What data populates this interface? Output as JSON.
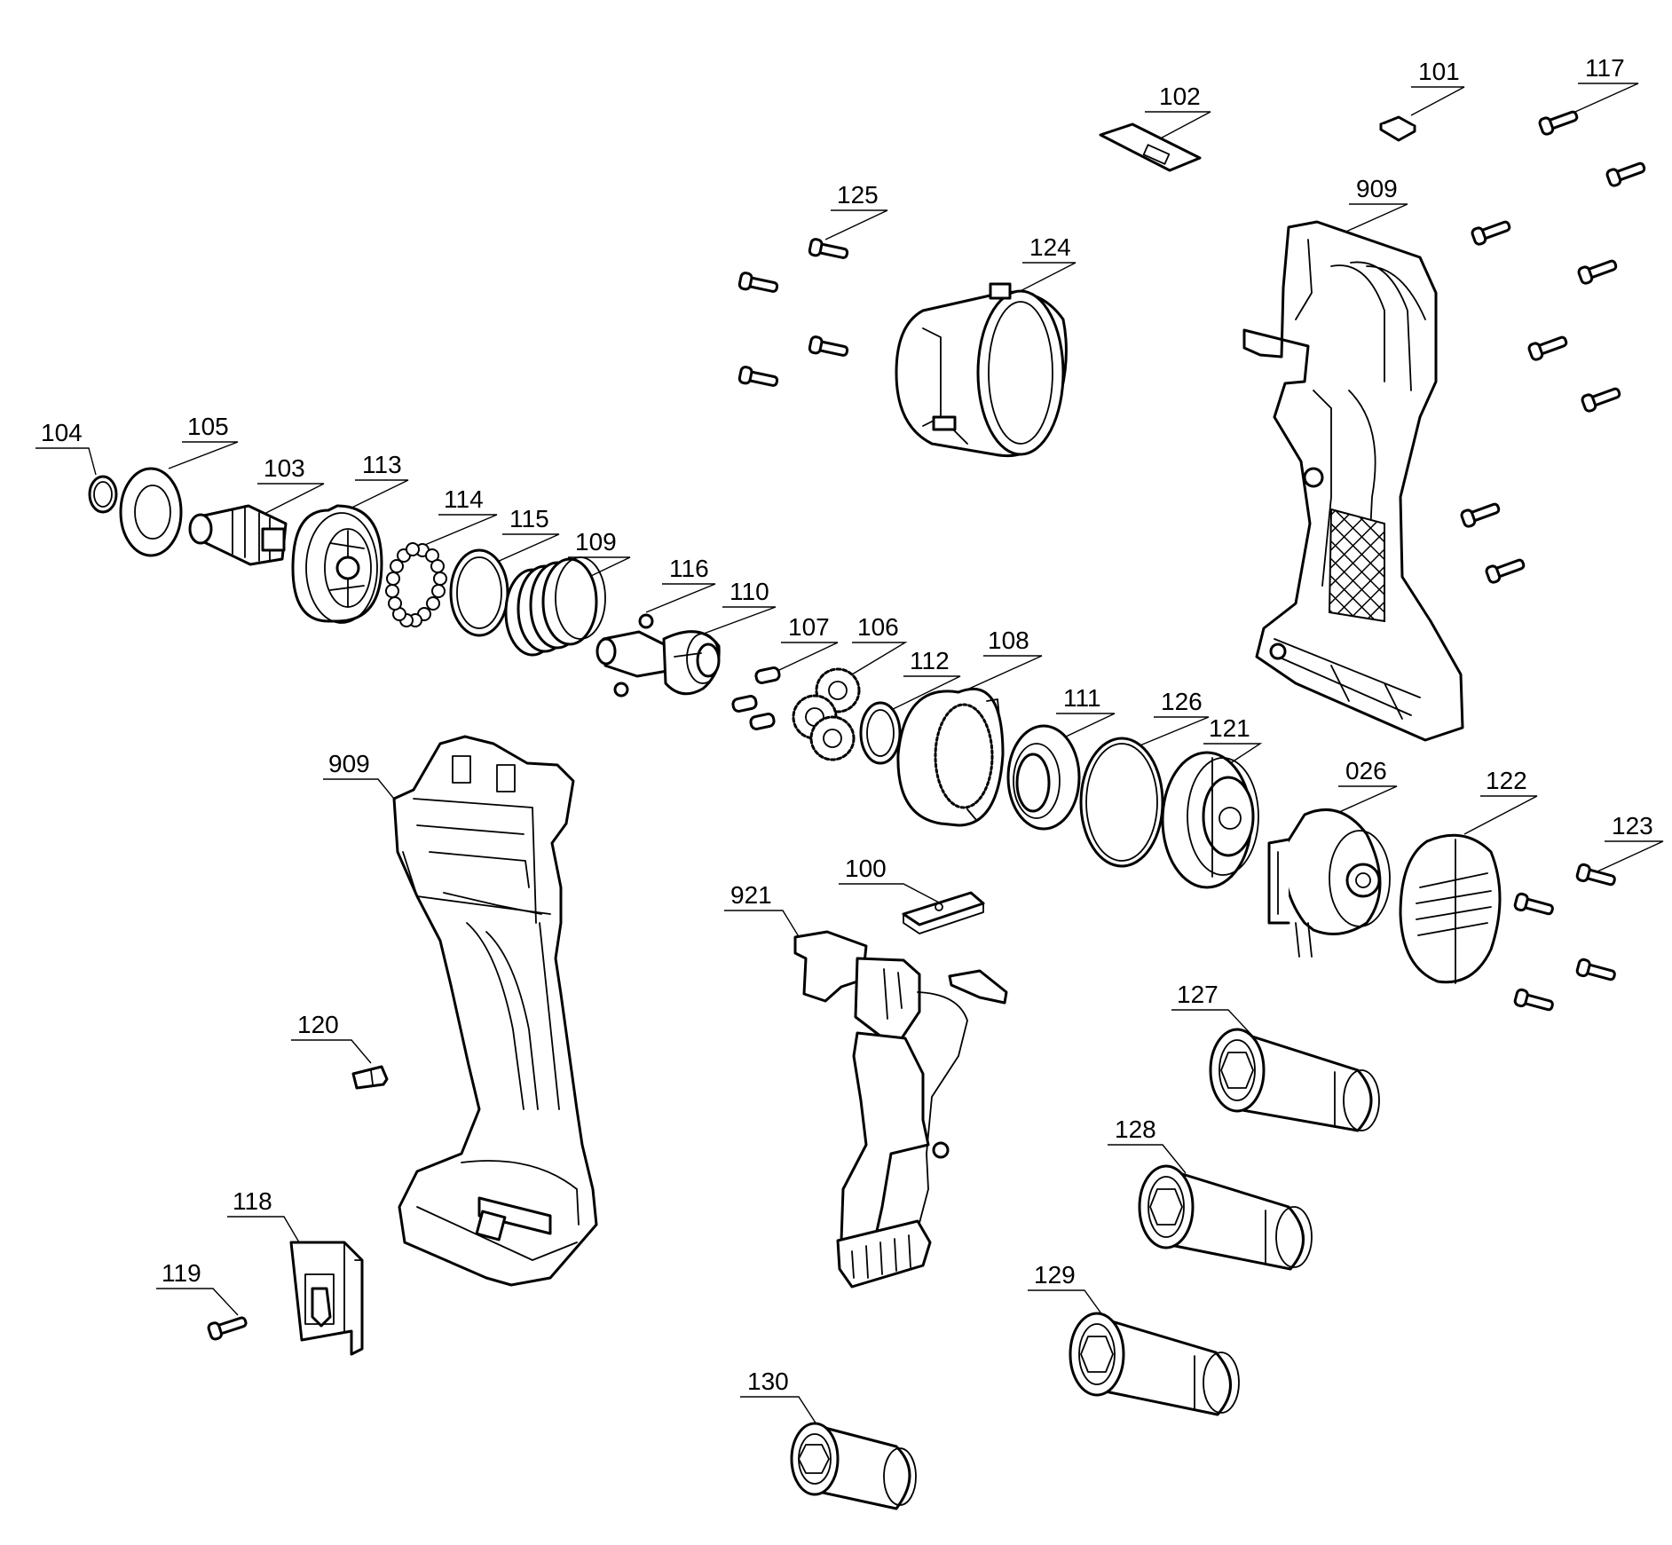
{
  "labels": {
    "p100": "100",
    "p101": "101",
    "p102": "102",
    "p103": "103",
    "p104": "104",
    "p105": "105",
    "p106": "106",
    "p107": "107",
    "p108": "108",
    "p109": "109",
    "p110": "110",
    "p111": "111",
    "p112": "112",
    "p113": "113",
    "p114": "114",
    "p115": "115",
    "p116": "116",
    "p117": "117",
    "p118": "118",
    "p119": "119",
    "p120": "120",
    "p121": "121",
    "p122": "122",
    "p123": "123",
    "p124": "124",
    "p125": "125",
    "p126": "126",
    "p127": "127",
    "p128": "128",
    "p129": "129",
    "p130": "130",
    "p909a": "909",
    "p909b": "909",
    "p921": "921",
    "p026": "026"
  }
}
